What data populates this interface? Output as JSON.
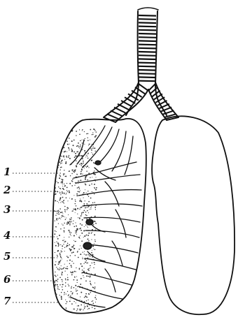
{
  "figure": {
    "labels": [
      "1",
      "2",
      "3",
      "4",
      "5",
      "6",
      "7"
    ],
    "colors": {
      "ink": "#111111",
      "paper": "#ffffff"
    }
  }
}
